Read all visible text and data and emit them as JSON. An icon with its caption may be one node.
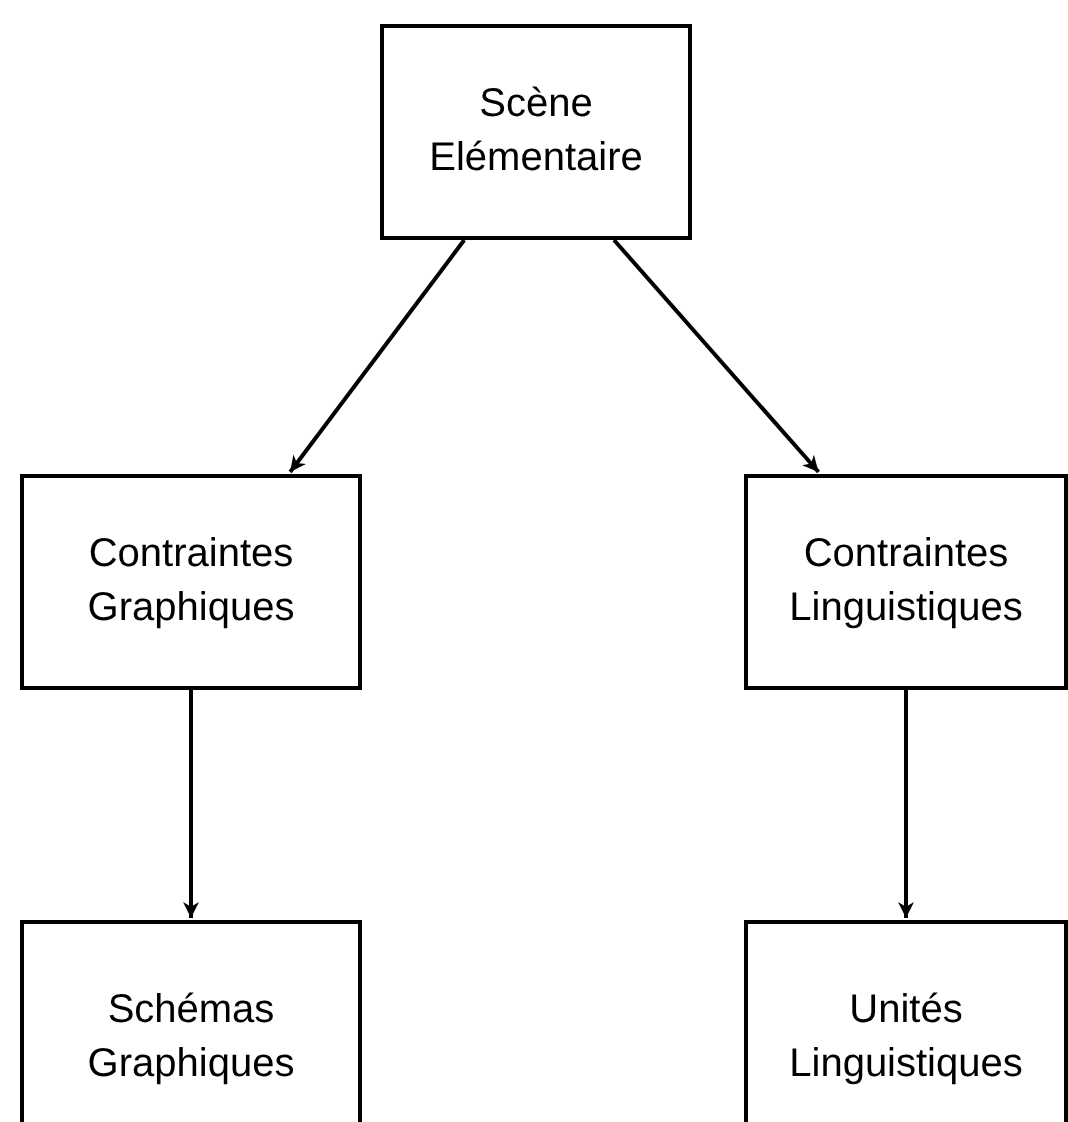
{
  "diagram": {
    "nodes": [
      {
        "text": [
          "Scène Elémentaire"
        ]
      },
      {
        "text": [
          "Contraintes Graphiques"
        ]
      },
      {
        "text": [
          "Contraintes Linguistiques"
        ]
      },
      {
        "text": [
          "Schémas Graphiques"
        ]
      },
      {
        "text": [
          "Unités Linguistiques"
        ]
      }
    ],
    "edges": [
      {
        "from": 0,
        "to": 1,
        "arrow": "to"
      },
      {
        "from": 0,
        "to": 2,
        "arrow": "to"
      },
      {
        "from": 1,
        "to": 3,
        "arrow": "to"
      },
      {
        "from": 2,
        "to": 4,
        "arrow": "to"
      }
    ]
  }
}
